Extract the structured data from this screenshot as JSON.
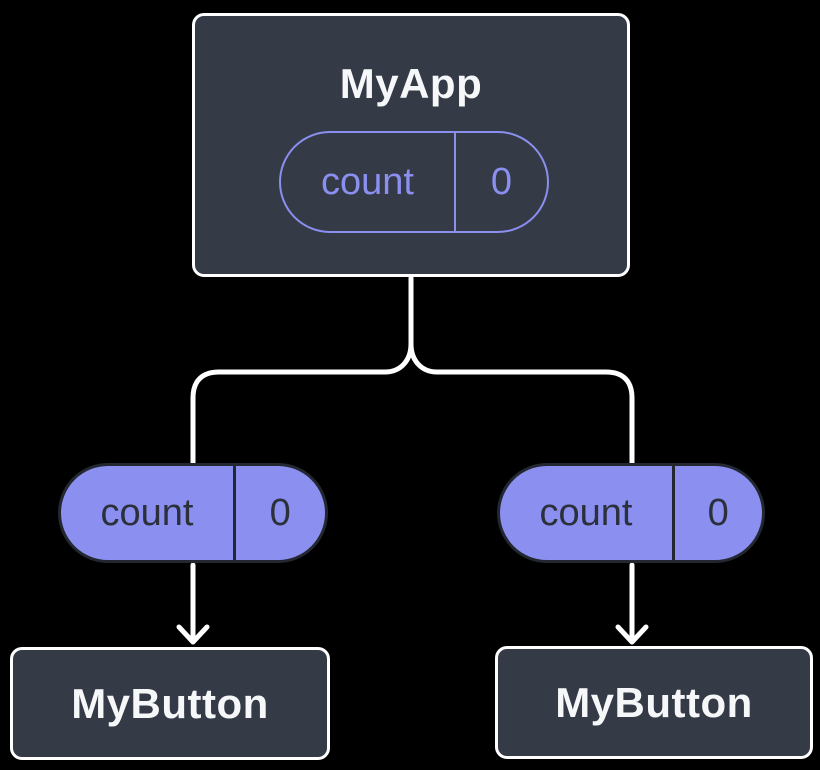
{
  "diagram": {
    "background": "#000000",
    "colors": {
      "node_fill": "#343A46",
      "node_border": "#FFFFFF",
      "node_title_text": "#F6F7F9",
      "state_accent_purple": "#8A8FF0",
      "state_dark_text": "#2B303B",
      "pill_dark_border": "#23272F",
      "connector_line": "#FFFFFF"
    },
    "parent": {
      "title": "MyApp",
      "state": {
        "name": "count",
        "value": "0"
      }
    },
    "children": [
      {
        "title": "MyButton",
        "prop": {
          "name": "count",
          "value": "0"
        }
      },
      {
        "title": "MyButton",
        "prop": {
          "name": "count",
          "value": "0"
        }
      }
    ]
  }
}
